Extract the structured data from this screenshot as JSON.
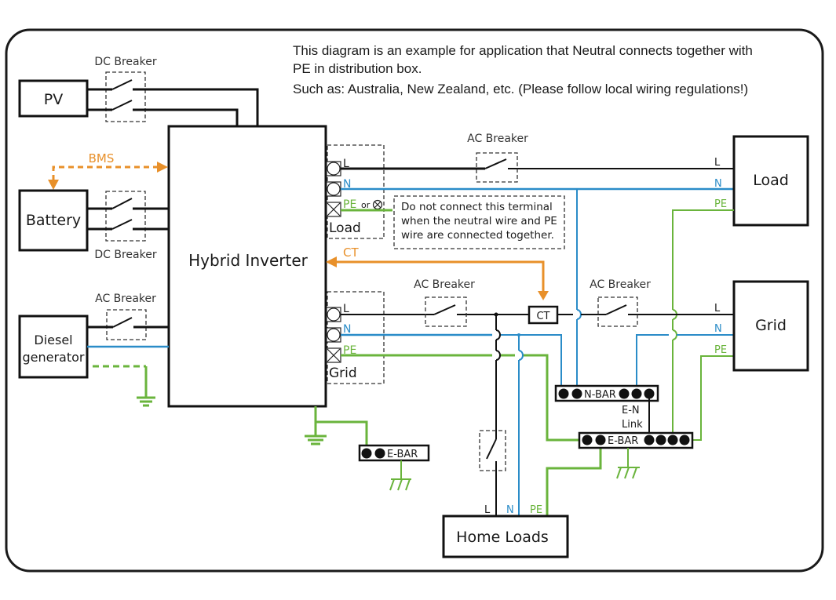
{
  "note": {
    "line1": "This diagram is an example for application that Neutral connects together with",
    "line2": "PE in distribution box.",
    "line3": "Such as: Australia, New Zealand, etc. (Please follow local wiring regulations!)"
  },
  "components": {
    "pv": "PV",
    "battery": "Battery",
    "diesel_line1": "Diesel",
    "diesel_line2": "generator",
    "inverter": "Hybrid Inverter",
    "load": "Load",
    "grid": "Grid",
    "home_loads": "Home Loads",
    "ct": "CT"
  },
  "breakers": {
    "dc_pv": "DC Breaker",
    "dc_battery": "DC Breaker",
    "ac_diesel": "AC Breaker",
    "ac_load": "AC Breaker",
    "ac_grid_inverter": "AC Breaker",
    "ac_grid_main": "AC Breaker"
  },
  "signals": {
    "bms": "BMS",
    "ct": "CT"
  },
  "terminals": {
    "load_port": {
      "title": "Load",
      "l": "L",
      "n": "N",
      "pe": "PE",
      "pe_alt": "or"
    },
    "grid_port": {
      "title": "Grid",
      "l": "L",
      "n": "N",
      "pe": "PE"
    }
  },
  "wire_labels": {
    "load": {
      "l": "L",
      "n": "N",
      "pe": "PE"
    },
    "grid": {
      "l": "L",
      "n": "N",
      "pe": "PE"
    },
    "home": {
      "l": "L",
      "n": "N",
      "pe": "PE"
    }
  },
  "warning": {
    "line1": "Do not connect this terminal",
    "line2": "when the neutral wire and PE",
    "line3": "wire are connected together."
  },
  "bars": {
    "n_bar": "N-BAR",
    "e_bar_main": "E-BAR",
    "e_bar_inverter": "E-BAR",
    "en_link_line1": "E-N",
    "en_link_line2": "Link"
  },
  "colors": {
    "line": "#111111",
    "neutral": "#2a8cc8",
    "earth": "#6ab43c",
    "signal": "#e8902a"
  }
}
